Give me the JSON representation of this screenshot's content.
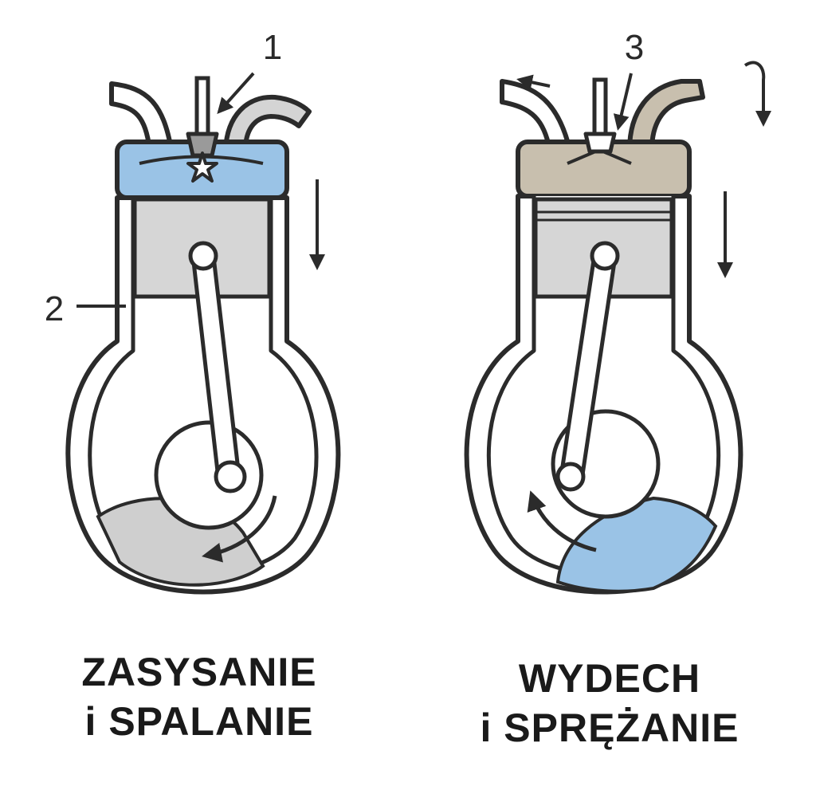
{
  "callouts": {
    "one": "1",
    "two": "2",
    "three": "3"
  },
  "captions": {
    "left": [
      "ZASYSANIE",
      "i SPALANIE"
    ],
    "right": [
      "WYDECH",
      "i SPRĘŻANIE"
    ]
  },
  "colors": {
    "stroke": "#2b2b2b",
    "combustion_blue": "#9ac3e6",
    "piston_gray": "#d6d6d6",
    "head_tan": "#c8bfae",
    "crankcase_gray": "#cfcfcf",
    "oil_blue": "#9ac3e6"
  }
}
